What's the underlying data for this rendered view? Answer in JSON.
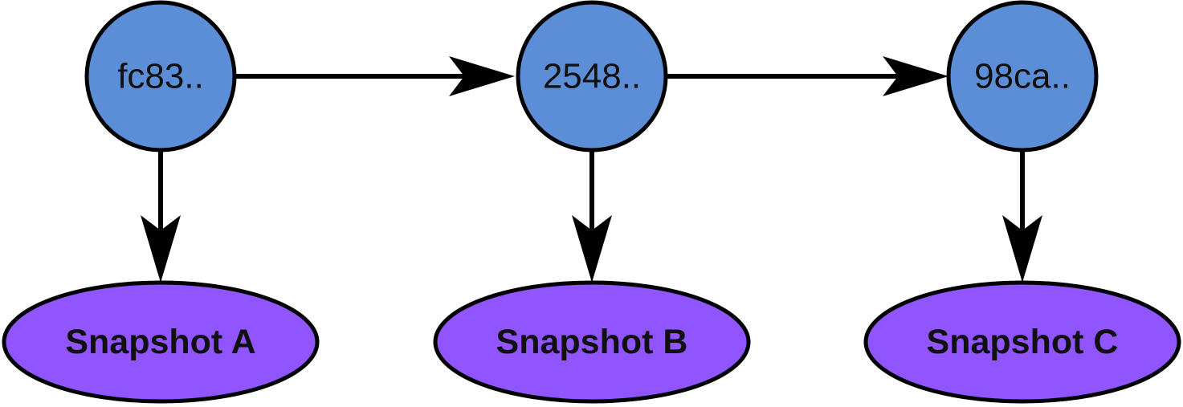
{
  "diagram": {
    "commits": [
      {
        "label": "fc83.."
      },
      {
        "label": "2548.."
      },
      {
        "label": "98ca.."
      }
    ],
    "snapshots": [
      {
        "label": "Snapshot A"
      },
      {
        "label": "Snapshot B"
      },
      {
        "label": "Snapshot C"
      }
    ],
    "colors": {
      "commit_fill": "#5b8ed6",
      "snapshot_fill": "#9155ff",
      "stroke": "#000000"
    }
  }
}
